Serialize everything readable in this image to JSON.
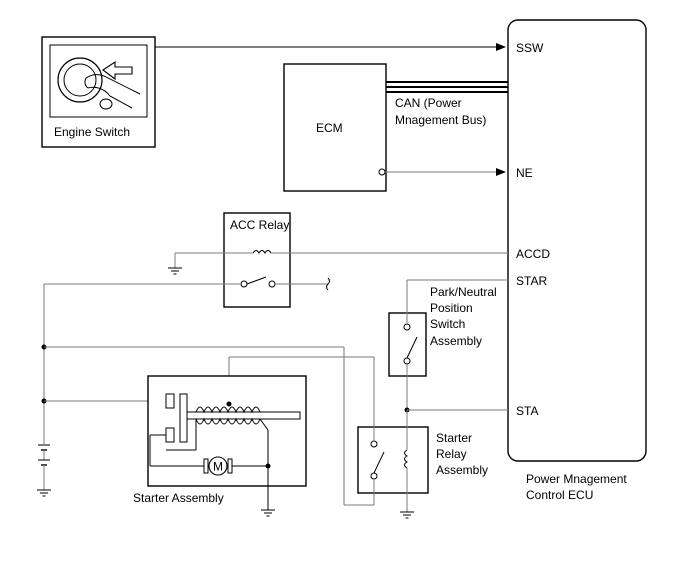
{
  "components": {
    "engine_switch": "Engine Switch",
    "ecm": "ECM",
    "acc_relay": "ACC Relay",
    "park_neutral_lines": [
      "Park/Neutral",
      "Position",
      "Switch",
      "Assembly"
    ],
    "starter_relay_lines": [
      "Starter",
      "Relay",
      "Assembly"
    ],
    "starter_assembly": "Starter Assembly",
    "motor_symbol": "M",
    "ecu_lines": [
      "Power Mnagement",
      "Control ECU"
    ]
  },
  "can_bus_lines": [
    "CAN (Power",
    "Mnagement Bus)"
  ],
  "terminals": {
    "ssw": "SSW",
    "ne": "NE",
    "accd": "ACCD",
    "star": "STAR",
    "sta": "STA"
  }
}
